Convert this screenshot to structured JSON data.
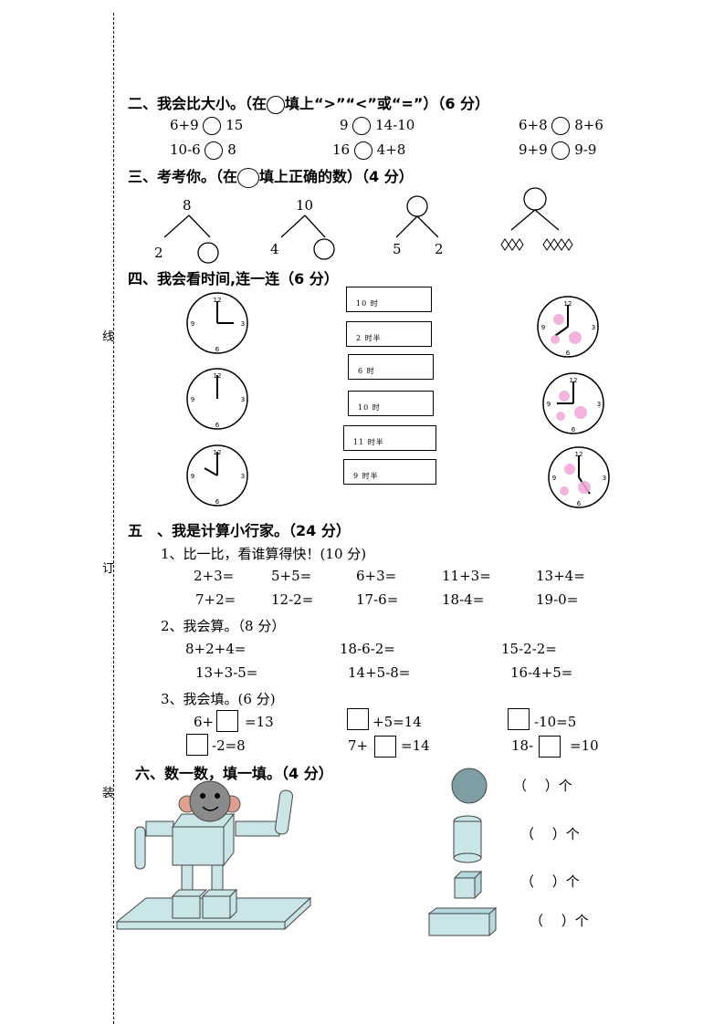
{
  "margin_labels": {
    "xian": "线",
    "ding": "订",
    "zhuang": "装"
  },
  "s2": {
    "title": "二、我会比大小。（在",
    "title_tail": "填上“>”“<”或“=”）（6 分）",
    "rows": [
      [
        "6+9",
        "15",
        "9",
        "14-10",
        "6+8",
        "8+6"
      ],
      [
        "10-6",
        "8",
        "16",
        "4+8",
        "9+9",
        "9-9"
      ]
    ]
  },
  "s3": {
    "title": "三、考考你。（在",
    "title_tail": "填上正确的数）（4 分）",
    "trees": [
      {
        "top": "8",
        "left": "2"
      },
      {
        "top": "10",
        "left": "4"
      },
      {
        "left": "5",
        "right": "2"
      }
    ]
  },
  "s4": {
    "title": "四、我会看时间,连一连（6 分）",
    "boxes": [
      "10 时",
      "2 时半",
      "6 时",
      "10 时",
      "11 时半",
      "9 时半"
    ]
  },
  "s5": {
    "title": "五　、我是计算小行家。（24 分）",
    "q1": {
      "title": "1、比一比，看谁算得快！(10 分)",
      "row1": [
        "2+3=",
        "5+5=",
        "6+3=",
        "11+3=",
        "13+4="
      ],
      "row2": [
        "7+2=",
        "12-2=",
        "17-6=",
        "18-4=",
        "19-0="
      ]
    },
    "q2": {
      "title": "2、我会算。（8 分）",
      "row1": [
        "8+2+4=",
        "18-6-2=",
        "15-2-2="
      ],
      "row2": [
        "13+3-5=",
        "14+5-8=",
        "16-4+5="
      ]
    },
    "q3": {
      "title": "3、我会填。(6 分)",
      "a": "6+",
      "b": "=13",
      "c": "+5=14",
      "d": "-10=5",
      "e": "-2=8",
      "f": "7+",
      "g": "=14",
      "h": "18-",
      "i": "=10"
    }
  },
  "s6": {
    "title": "六、数一数，填一填。（4 分）",
    "answers": [
      "（　 ）个",
      "（　 ）个",
      "（　 ）个",
      "（　 ）个"
    ]
  }
}
